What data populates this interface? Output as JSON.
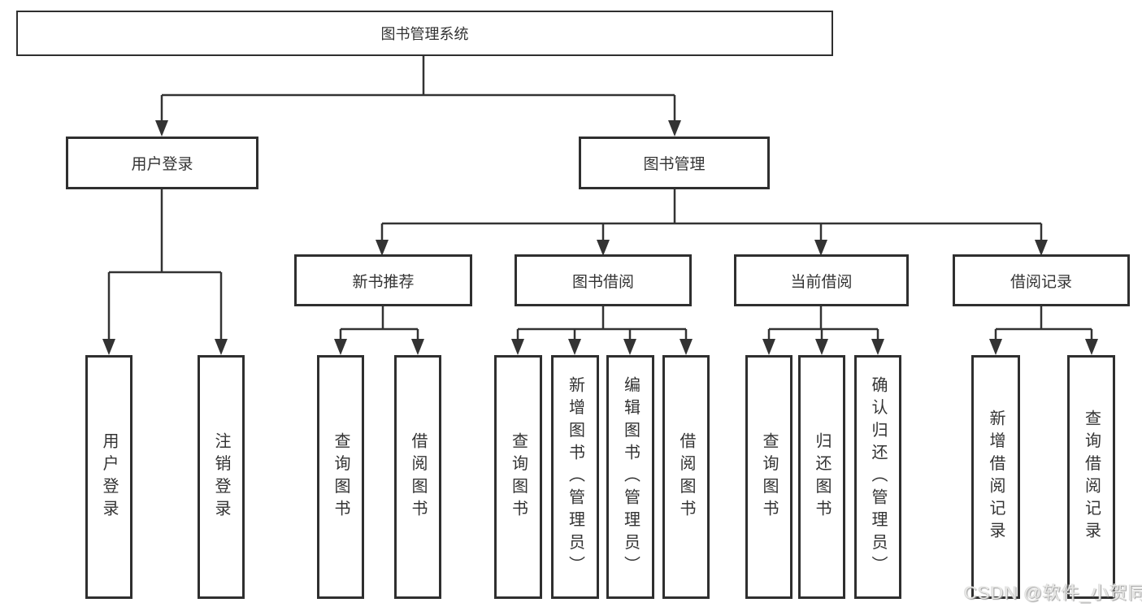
{
  "diagram": {
    "root": {
      "label": "图书管理系统"
    },
    "user_login": {
      "label": "用户登录",
      "children": [
        {
          "label": "用户登录"
        },
        {
          "label": "注销登录"
        }
      ]
    },
    "book_mgmt": {
      "label": "图书管理",
      "groups": [
        {
          "label": "新书推荐",
          "children": [
            {
              "label": "查询图书"
            },
            {
              "label": "借阅图书"
            }
          ]
        },
        {
          "label": "图书借阅",
          "children": [
            {
              "label": "查询图书"
            },
            {
              "label": "新增图书（管理员）"
            },
            {
              "label": "编辑图书（管理员）"
            },
            {
              "label": "借阅图书"
            }
          ]
        },
        {
          "label": "当前借阅",
          "children": [
            {
              "label": "查询图书"
            },
            {
              "label": "归还图书"
            },
            {
              "label": "确认归还（管理员）"
            }
          ]
        },
        {
          "label": "借阅记录",
          "children": [
            {
              "label": "新增借阅记录"
            },
            {
              "label": "查询借阅记录"
            }
          ]
        }
      ]
    }
  },
  "watermark": {
    "text": "CSDN @软件_小贺同学"
  },
  "colors": {
    "line": "#333333",
    "text": "#333333",
    "background": "#ffffff",
    "watermark": "#e6e6e4"
  }
}
